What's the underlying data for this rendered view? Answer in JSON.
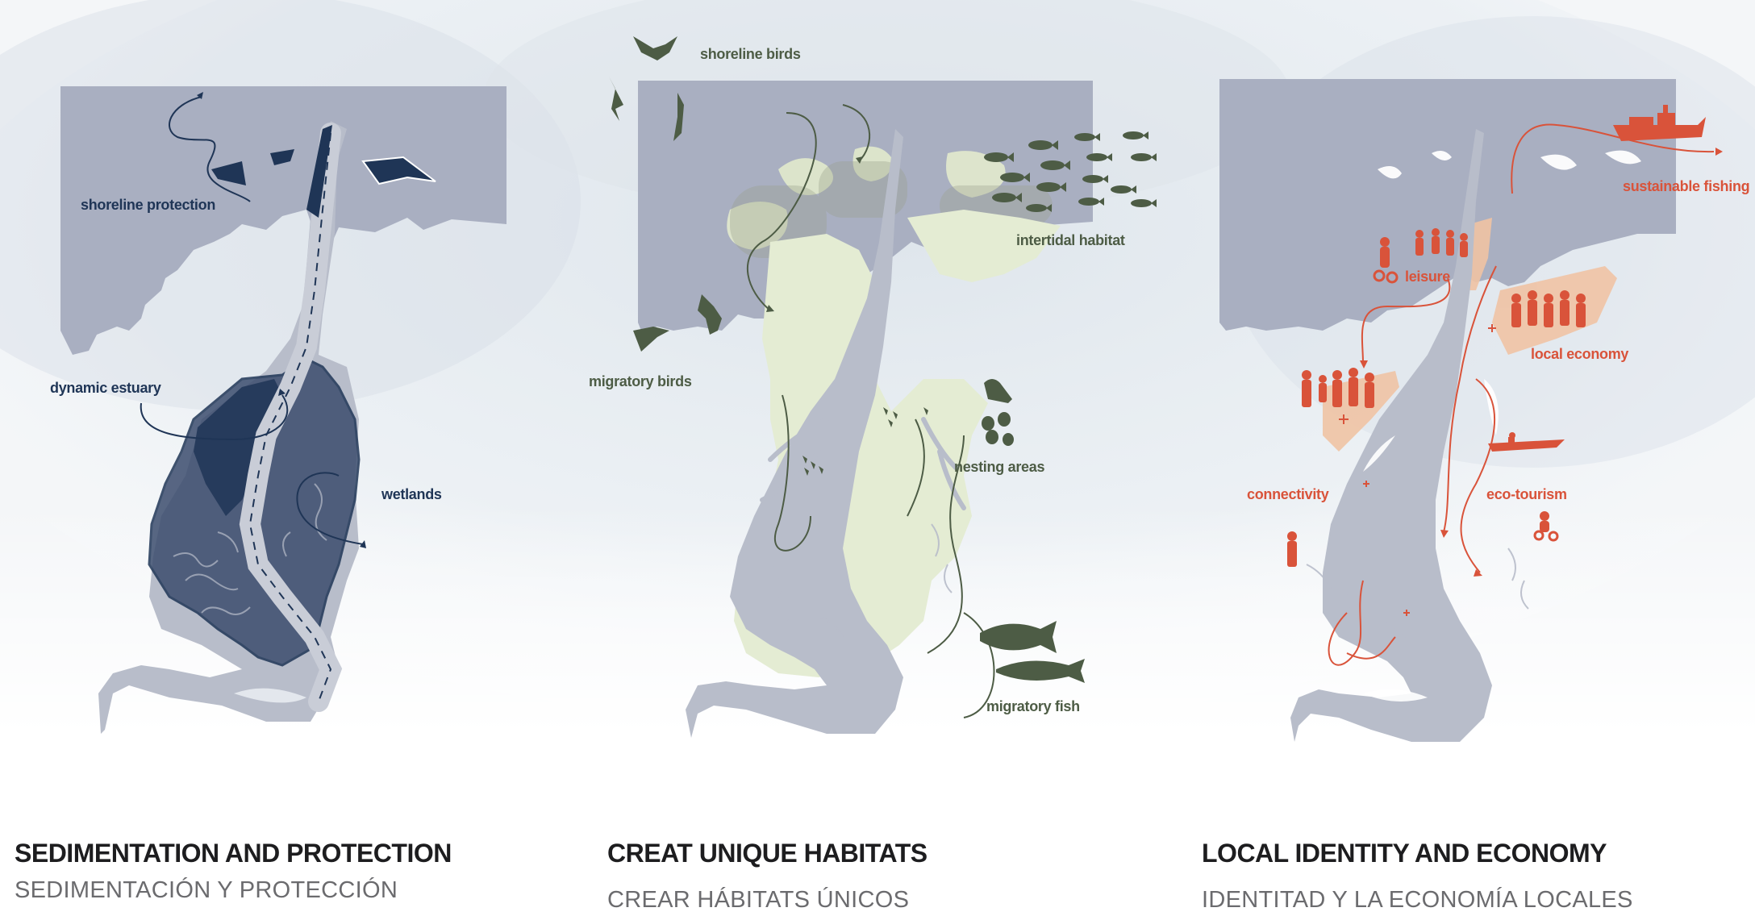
{
  "colors": {
    "sea": "#a9afc1",
    "land_grey": "#b8bdca",
    "navy": "#1f3556",
    "navy_fill": "#3c4d6e",
    "habitat_green": "#e4ecd3",
    "olive": "#4d5c45",
    "accent_red": "#d9533a",
    "accent_peach": "#f0c3a4"
  },
  "panels": [
    {
      "title": "SEDIMENTATION AND PROTECTION",
      "subtitle": "SEDIMENTACIÓN Y PROTECCIÓN",
      "labels": {
        "shoreline_protection": "shoreline protection",
        "dynamic_estuary": "dynamic estuary",
        "wetlands": "wetlands"
      }
    },
    {
      "title": "CREAT UNIQUE HABITATS",
      "subtitle": "CREAR HÁBITATS ÚNICOS",
      "labels": {
        "shoreline_birds": "shoreline birds",
        "intertidal_habitat": "intertidal habitat",
        "migratory_birds": "migratory birds",
        "nesting_areas": "nesting areas",
        "migratory_fish": "migratory fish"
      }
    },
    {
      "title": "LOCAL IDENTITY AND ECONOMY",
      "subtitle": "IDENTITAD Y LA  ECONOMÍA LOCALES",
      "labels": {
        "sustainable_fishing": "sustainable fishing",
        "leisure": "leisure",
        "local_economy": "local economy",
        "connectivity": "connectivity",
        "eco_tourism": "eco-tourism"
      }
    }
  ],
  "icons": [
    "bird-icon",
    "fish-icon",
    "boat-icon",
    "people-icon",
    "cyclist-icon",
    "egg-icon"
  ]
}
